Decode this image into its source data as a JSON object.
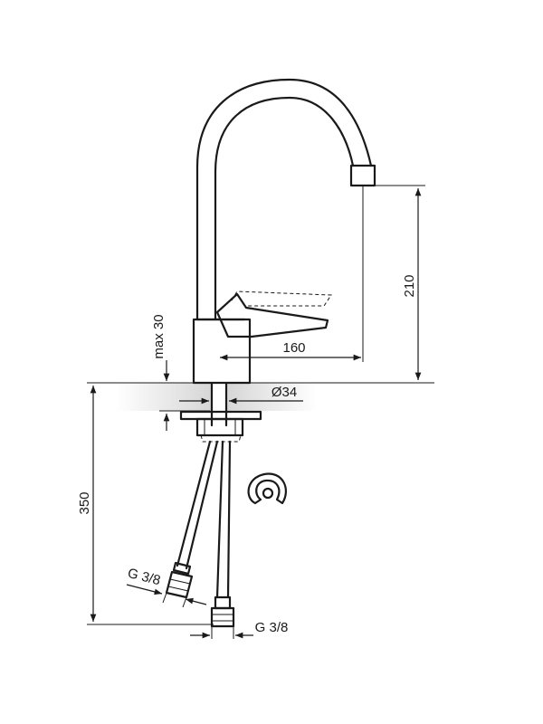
{
  "drawing": {
    "dimensions": {
      "spout_height": "210",
      "spout_reach": "160",
      "max_deck_thickness": "max 30",
      "hole_diameter": "Ø34",
      "hose_length": "350",
      "hose_thread_left": "G 3/8",
      "hose_thread_right": "G 3/8"
    },
    "colors": {
      "line": "#1a1a1a",
      "deck_shade": "#d6d6d6",
      "background": "#ffffff"
    }
  }
}
